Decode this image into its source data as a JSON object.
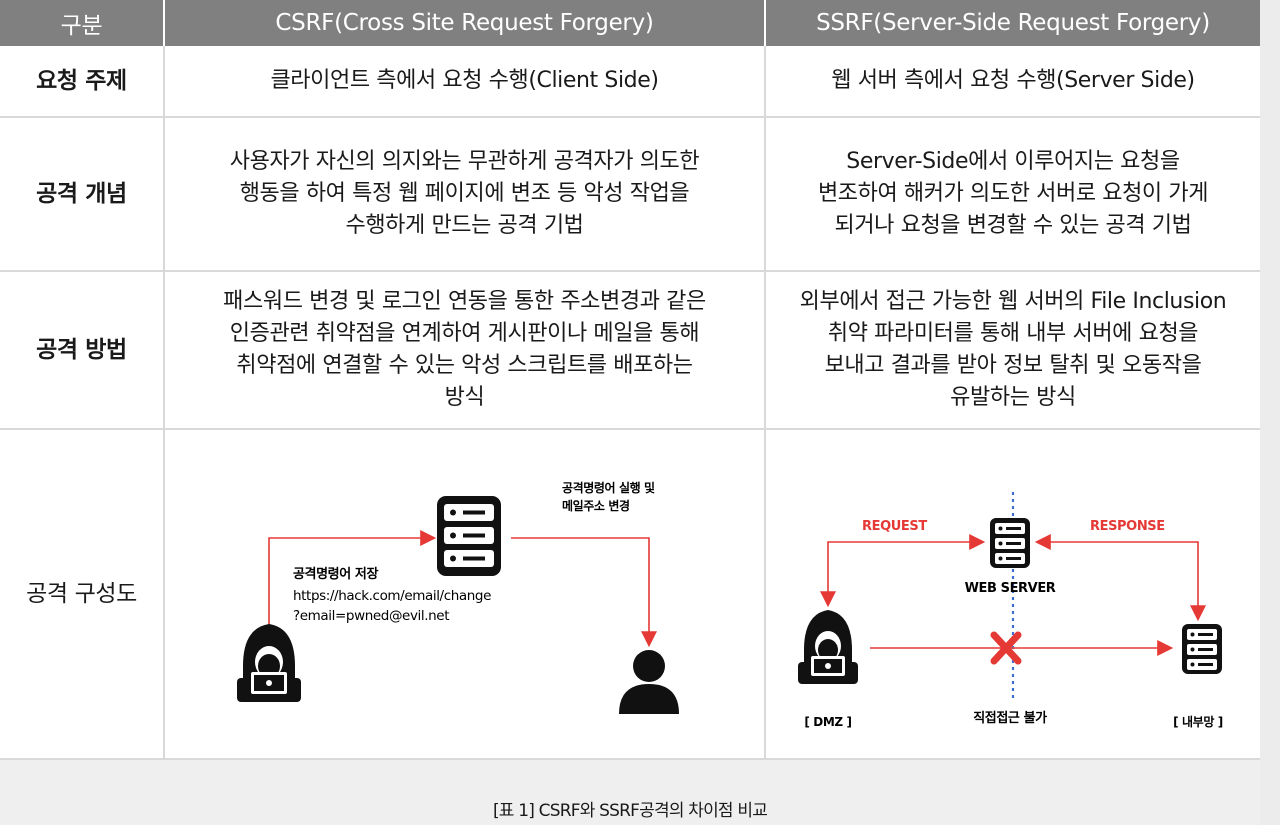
{
  "header": {
    "col1": "구분",
    "col2": "CSRF(Cross Site Request Forgery)",
    "col3": "SSRF(Server-Side Request Forgery)"
  },
  "rows": [
    {
      "label": "요청 주제",
      "csrf": [
        "클라이언트 측에서 요청 수행(Client Side)"
      ],
      "ssrf": [
        "웹 서버 측에서 요청 수행(Server Side)"
      ]
    },
    {
      "label": "공격 개념",
      "csrf": [
        "사용자가 자신의 의지와는 무관하게 공격자가 의도한",
        "행동을 하여 특정 웹 페이지에 변조 등 악성 작업을",
        "수행하게 만드는 공격 기법"
      ],
      "ssrf": [
        "Server-Side에서 이루어지는 요청을",
        "변조하여 해커가 의도한 서버로 요청이 가게",
        "되거나 요청을 변경할 수 있는 공격 기법"
      ]
    },
    {
      "label": "공격 방법",
      "csrf": [
        "패스워드 변경 및 로그인 연동을 통한 주소변경과 같은",
        "인증관련 취약점을 연계하여 게시판이나 메일을 통해",
        "취약점에 연결할 수 있는 악성 스크립트를 배포하는",
        "방식"
      ],
      "ssrf": [
        "외부에서 접근 가능한 웹 서버의 File Inclusion",
        "취약 파라미터를 통해 내부 서버에 요청을",
        "보내고 결과를 받아 정보 탈취 및 오동작을",
        "유발하는 방식"
      ]
    },
    {
      "label": "공격 구성도"
    }
  ],
  "csrf_diagram": {
    "command_label": [
      "공격명령어 실행 및",
      "메일주소 변경"
    ],
    "store_label": [
      "공격명령어 저장",
      "https://hack.com/email/change",
      "?email=pwned@evil.net"
    ]
  },
  "ssrf_diagram": {
    "request": "REQUEST",
    "response": "RESPONSE",
    "web_server": "WEB SERVER",
    "dmz": "[ DMZ ]",
    "internal": "[ 내부망 ]",
    "blocked": "직접접근 불가"
  },
  "colors": {
    "arrow": "#e53935",
    "header_bg": "#808080",
    "dotted": "#3b6fd4"
  },
  "caption": "[표 1] CSRF와 SSRF공격의 차이점 비교"
}
